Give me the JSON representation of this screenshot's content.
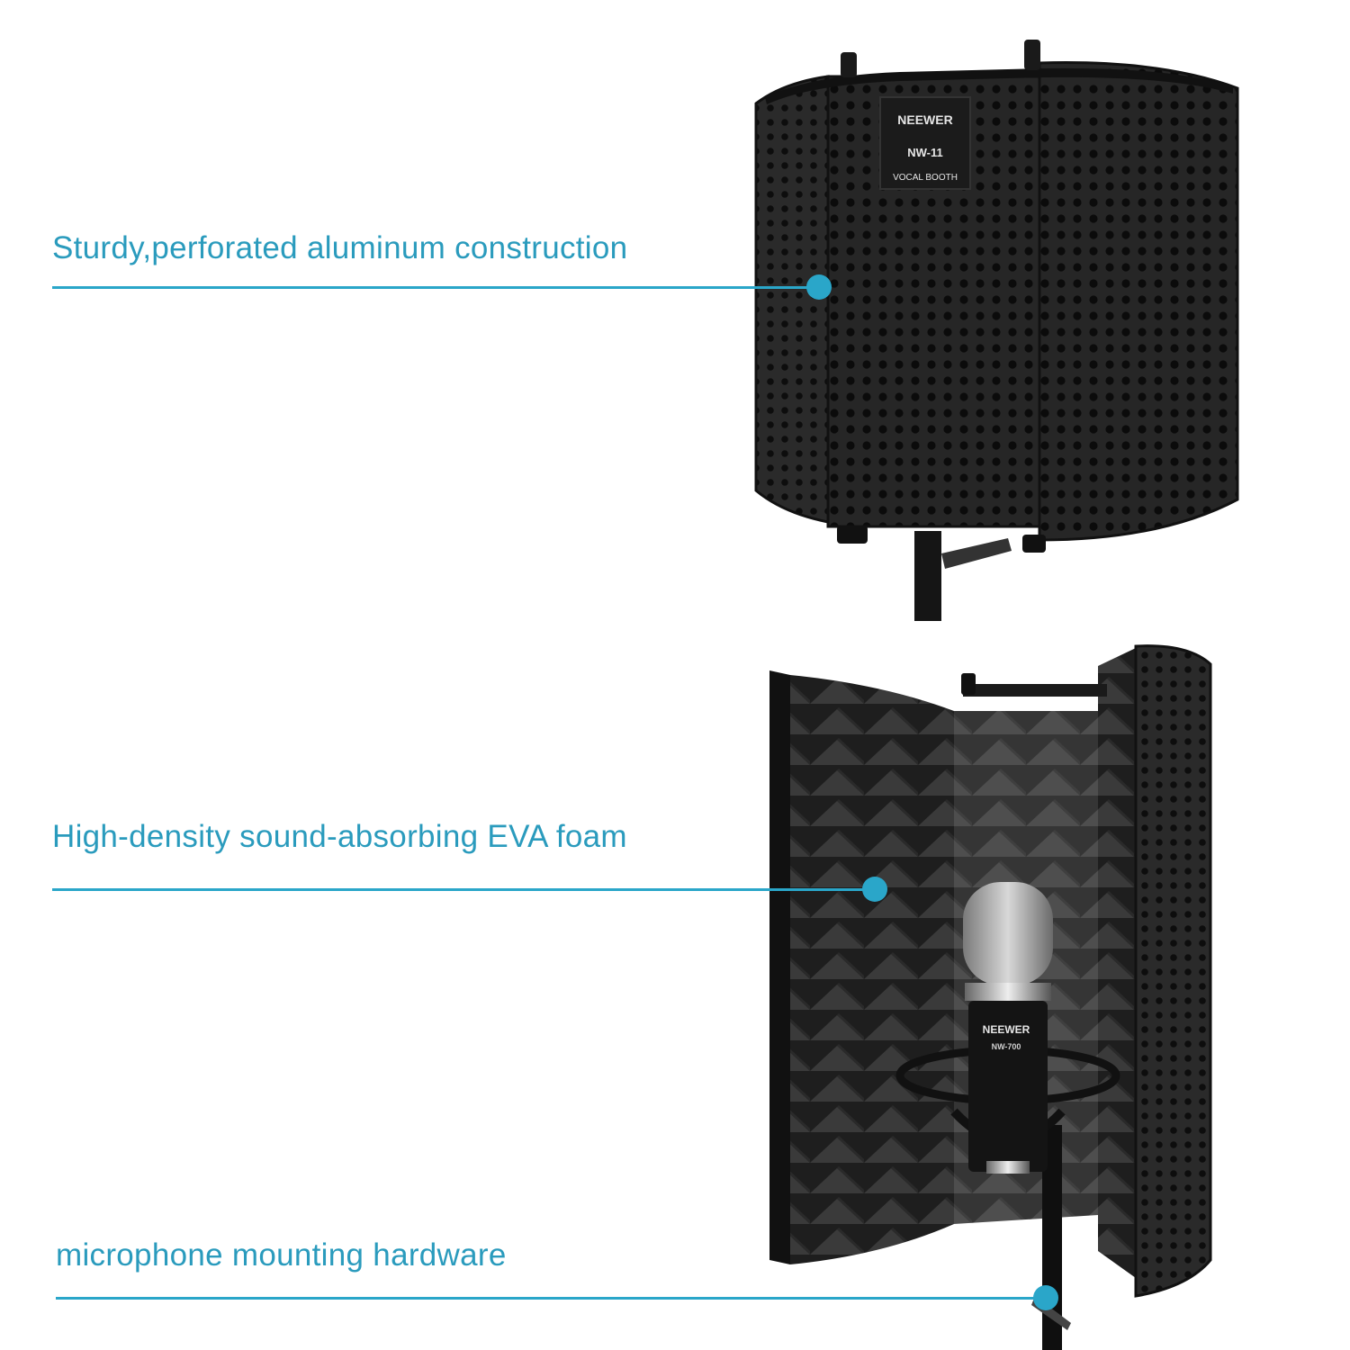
{
  "callouts": [
    {
      "label": "Sturdy,perforated aluminum construction"
    },
    {
      "label": "High-density sound-absorbing EVA foam"
    },
    {
      "label": "microphone mounting hardware"
    }
  ],
  "booth_badge": {
    "brand": "NEEWER",
    "model": "NW-11",
    "product": "VOCAL BOOTH"
  },
  "mic_badge": {
    "brand": "NEEWER",
    "model": "NW-700"
  },
  "colors": {
    "accent": "#2aa6c9",
    "text_accent": "#2a9bbd",
    "panel_dark": "#1f1f1f",
    "foam": "#2b2b2b"
  }
}
